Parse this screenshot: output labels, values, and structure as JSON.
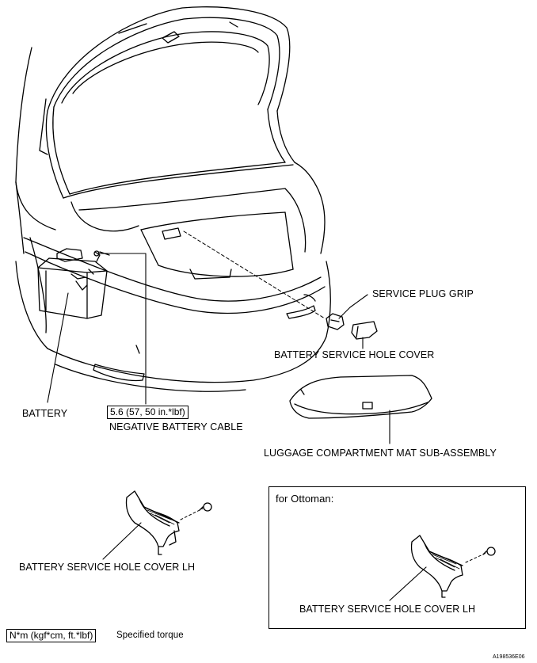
{
  "labels": {
    "service_plug_grip": "SERVICE PLUG GRIP",
    "battery_service_hole_cover": "BATTERY SERVICE HOLE COVER",
    "battery": "BATTERY",
    "torque_value": "5.6 (57, 50 in.*lbf)",
    "negative_battery_cable": "NEGATIVE BATTERY CABLE",
    "luggage_mat": "LUGGAGE COMPARTMENT MAT SUB-ASSEMBLY",
    "cover_lh": "BATTERY SERVICE HOLE COVER LH",
    "ottoman_title": "for Ottoman:",
    "ottoman_cover_lh": "BATTERY SERVICE HOLE COVER LH"
  },
  "legend": {
    "unit_box": "N*m (kgf*cm, ft.*lbf)",
    "description": "Specified torque"
  },
  "figure_id": "A198536E06"
}
